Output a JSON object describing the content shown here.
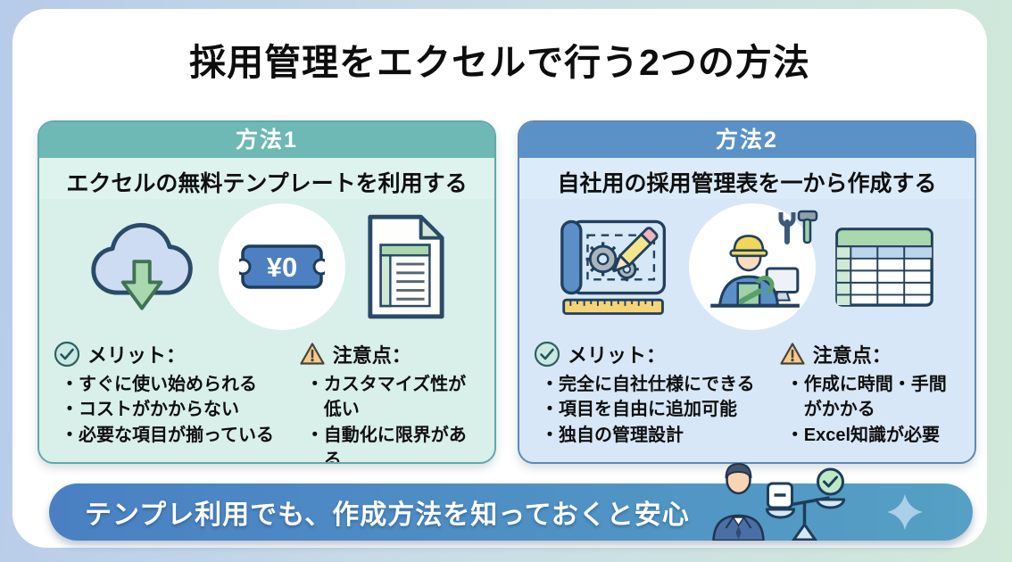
{
  "title": "採用管理をエクセルで行う2つの方法",
  "cards": [
    {
      "header": "方法1",
      "subtitle": "エクセルの無料テンプレートを利用する",
      "ticket_text": "¥0",
      "merit": {
        "label": "メリット：",
        "items": [
          "・すぐに使い始められる",
          "・コストがかからない",
          "・必要な項目が揃っている"
        ]
      },
      "caution": {
        "label": "注意点：",
        "items": [
          "・カスタマイズ性が低い",
          "・自動化に限界がある"
        ]
      },
      "icons": [
        "cloud-download-icon",
        "free-ticket-icon",
        "template-document-icon"
      ],
      "colors": {
        "header_bg": "#6eb8b6",
        "body_bg": "#d8efea",
        "border": "#5fa9a8"
      }
    },
    {
      "header": "方法2",
      "subtitle": "自社用の採用管理表を一から作成する",
      "merit": {
        "label": "メリット：",
        "items": [
          "・完全に自社仕様にできる",
          "・項目を自由に追加可能",
          "・独自の管理設計"
        ]
      },
      "caution": {
        "label": "注意点：",
        "items": [
          "・作成に時間・手間がかかる",
          "・Excel知識が必要"
        ]
      },
      "icons": [
        "blueprint-gears-icon",
        "worker-build-icon",
        "spreadsheet-table-icon"
      ],
      "colors": {
        "header_bg": "#5a92c8",
        "body_bg": "#d8e7f7",
        "border": "#5d89b5"
      }
    }
  ],
  "banner": {
    "text": "テンプレ利用でも、作成方法を知っておくと安心",
    "icons": [
      "businessman-scale-icon",
      "sparkle-icon"
    ],
    "colors": {
      "bg_start": "#4a80c3",
      "bg_end": "#55a0c4",
      "text": "#ffffff"
    }
  },
  "shared_icons": {
    "merit": "check-circle-icon",
    "caution": "warning-triangle-icon"
  },
  "colors": {
    "background_left": "#b7cbea",
    "background_right": "#d0e9d9",
    "panel": "#ffffff",
    "merit_icon_fill": "#c9e9e2",
    "caution_icon_fill": "#f6ca8e",
    "ticket_fill": "#4d80c0"
  }
}
